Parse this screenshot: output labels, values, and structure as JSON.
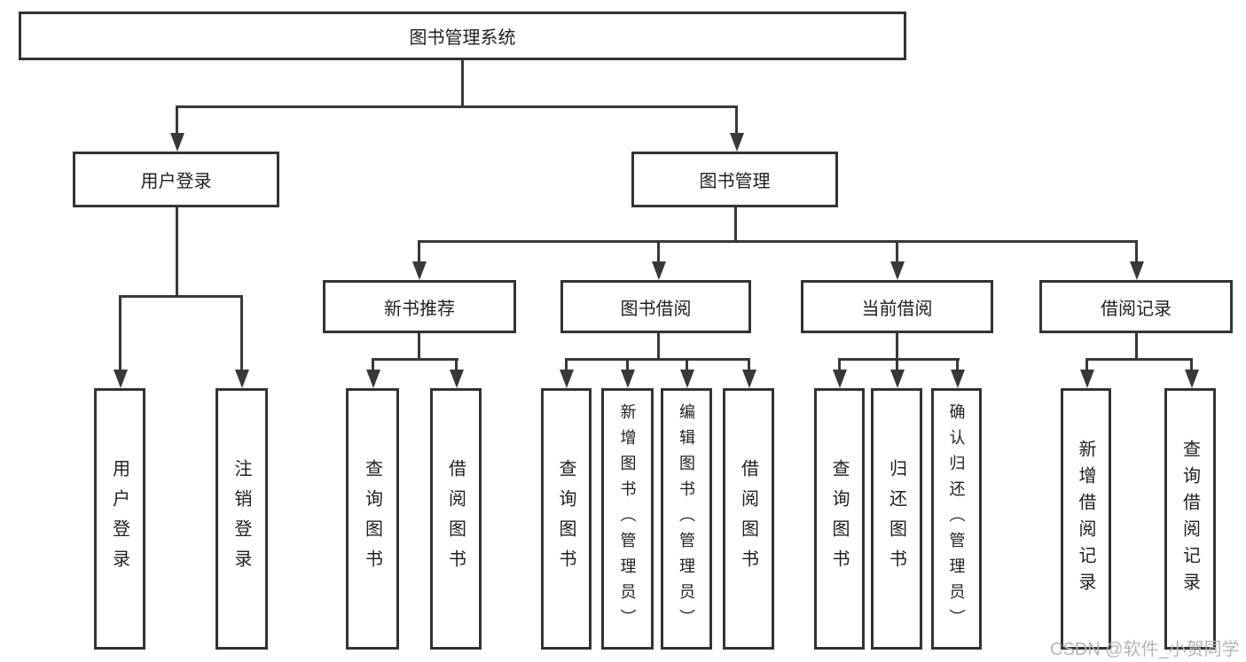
{
  "diagram": {
    "title": "图书管理系统",
    "watermark": "CSDN @软件_小贺同学",
    "colors": {
      "background": "#ffffff",
      "box_border": "#333333",
      "line": "#383838",
      "text": "#1f1f1f",
      "watermark": "#b5b5b5"
    },
    "tree": {
      "label": "图书管理系统",
      "children": [
        {
          "label": "用户登录",
          "children": [
            {
              "label": "用户登录"
            },
            {
              "label": "注销登录"
            }
          ]
        },
        {
          "label": "图书管理",
          "children": [
            {
              "label": "新书推荐",
              "children": [
                {
                  "label": "查询图书"
                },
                {
                  "label": "借阅图书"
                }
              ]
            },
            {
              "label": "图书借阅",
              "children": [
                {
                  "label": "查询图书"
                },
                {
                  "label": "新增图书（管理员）"
                },
                {
                  "label": "编辑图书（管理员）"
                },
                {
                  "label": "借阅图书"
                }
              ]
            },
            {
              "label": "当前借阅",
              "children": [
                {
                  "label": "查询图书"
                },
                {
                  "label": "归还图书"
                },
                {
                  "label": "确认归还（管理员）"
                }
              ]
            },
            {
              "label": "借阅记录",
              "children": [
                {
                  "label": "新增借阅记录"
                },
                {
                  "label": "查询借阅记录"
                }
              ]
            }
          ]
        }
      ]
    }
  }
}
